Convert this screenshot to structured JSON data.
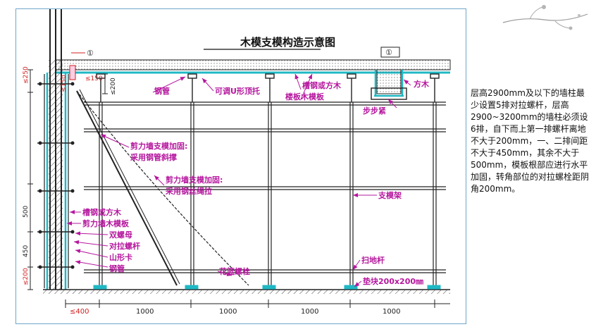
{
  "diagram": {
    "title": "木模支模构造示意图",
    "markers": {
      "section_mark": "①"
    },
    "labels": {
      "steel_pipe_top": "钢管",
      "adjustable_u_support": "可调U形顶托",
      "channel_or_timber_top": "槽钢或方木",
      "formwork_board": "楼板木模板",
      "channel_or_timber_right": "方木",
      "step_clamp": "步步紧",
      "brace_title_1": "剪力墙支模加固:",
      "brace_sub_1": "采用钢管斜撑",
      "brace_title_2": "剪力墙支模加固:",
      "brace_sub_2": "采用钢丝绳拉",
      "support_frame": "支模架",
      "channel_or_timber_left": "槽钢或方木",
      "wall_formwork": "剪力墙木模板",
      "double_nut": "双螺母",
      "tie_bolt": "对拉螺杆",
      "mountain_clip": "山形卡",
      "steel_pipe_bottom": "钢管",
      "turnbuckle": "花篮螺栓",
      "sweep_bar": "扫地杆",
      "pad_block": "垫块200x200㎜"
    },
    "dimensions": {
      "d250": "≤250",
      "d150v": "≤150",
      "d150h": "≤150",
      "d200": "≤200",
      "d500": "500",
      "d450": "450",
      "d200b": "≤200",
      "d400": "≤400",
      "spacings": [
        "1000",
        "1000",
        "1000",
        "1000"
      ]
    }
  },
  "side_note": "层高2900mm及以下的墙柱最少设置5排对拉螺杆，层高2900~3200mm的墙柱必须设6排，自下而上第一排螺杆离地不大于200mm，一、二排间距不大于450mm，其余不大于500mm，模板根部应进行水平加固，转角部位的对拉螺栓距阴角200mm。",
  "colors": {
    "accent": "#b5179e",
    "dim_red": "#d32020",
    "cyan": "#1fb8c4",
    "frame": "#6fa6c9",
    "line": "#222222"
  }
}
